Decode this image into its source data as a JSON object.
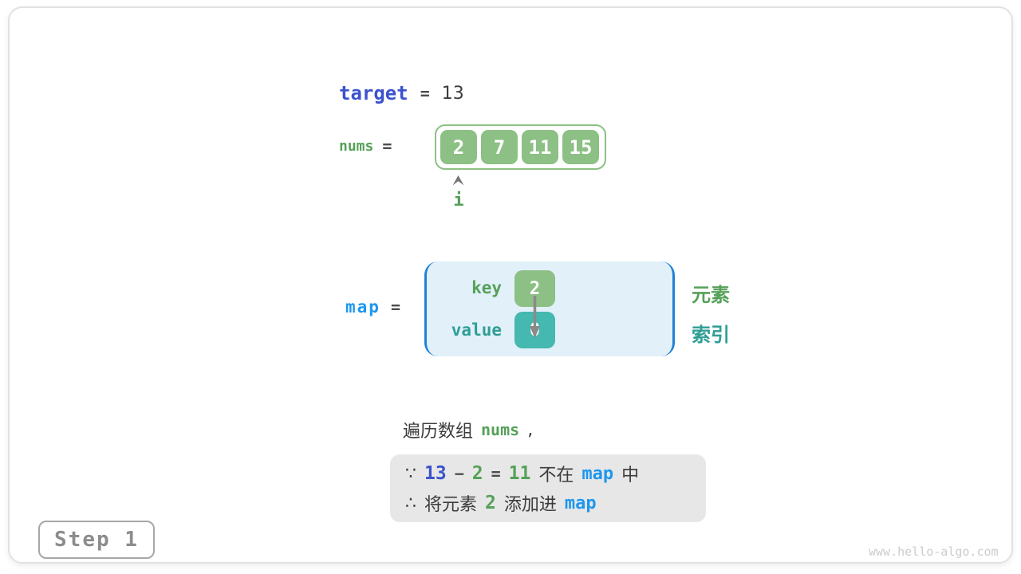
{
  "colors": {
    "royal_blue": "#3B52CD",
    "sky_blue": "#1E97EF",
    "green_text": "#55A158",
    "green_box": "#8CC084",
    "teal_text": "#2E9E95",
    "teal_box": "#45B8AF",
    "map_fill": "#E2F0FA",
    "map_border": "#1E82D6",
    "dark_text": "#3C3C3C",
    "reason_bg": "#E7E7E7",
    "step_gray": "#8C8C8C",
    "watermark_gray": "#CCCCCC"
  },
  "target_row": {
    "label": "target",
    "equals": "=",
    "value": "13"
  },
  "nums_row": {
    "label": "nums",
    "equals": "=",
    "cells": [
      "2",
      "7",
      "11",
      "15"
    ],
    "index_pointer": "i"
  },
  "map_row": {
    "label": "map",
    "equals": "=",
    "key_label": "key",
    "value_label": "value",
    "key_cell": "2",
    "value_cell": "0",
    "element_label": "元素",
    "index_label": "索引"
  },
  "caption": {
    "prefix": "遍历数组",
    "code": "nums",
    "comma": ","
  },
  "reason": {
    "because_symbol": "∵",
    "target_value": "13",
    "minus_sign": "−",
    "element_value": "2",
    "equals_sign": "=",
    "difference_value": "11",
    "not_in_text": "不在",
    "map_code": "map",
    "in_suffix": "中",
    "therefore_symbol": "∴",
    "add_prefix": "将元素",
    "added_element": "2",
    "add_verb": "添加进",
    "map_code_2": "map"
  },
  "footer": {
    "step_label": "Step 1",
    "watermark": "www.hello-algo.com"
  }
}
